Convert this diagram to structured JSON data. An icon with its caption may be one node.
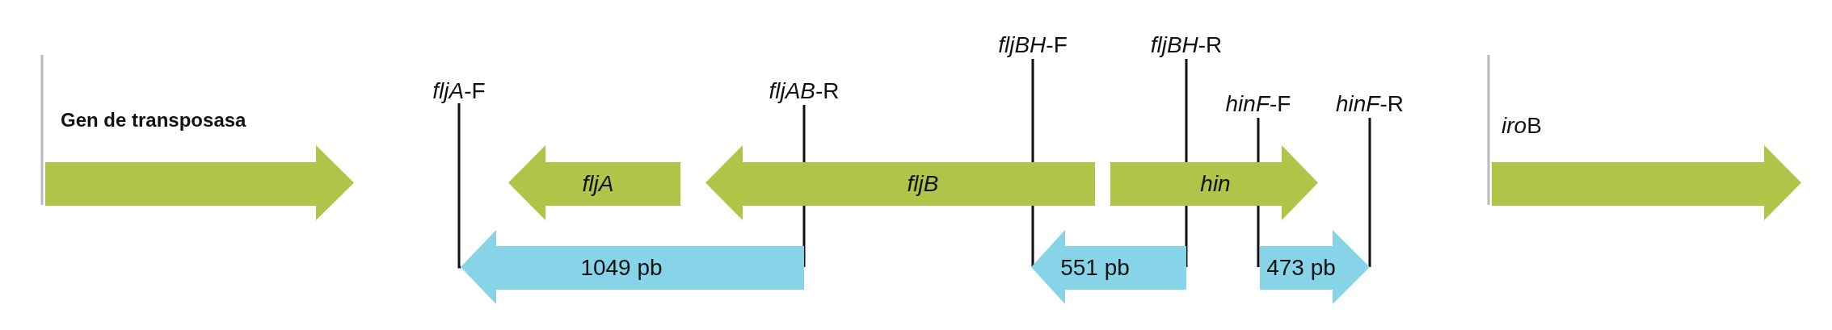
{
  "diagram": {
    "nodes": [
      {
        "text": [
          "Gen de transposasa"
        ]
      },
      {
        "text": [
          "fljA"
        ]
      },
      {
        "text": [
          "fljB"
        ]
      },
      {
        "text": [
          "hin"
        ]
      },
      {
        "text": [
          "iroB"
        ]
      },
      {
        "text": [
          "1049 pb"
        ]
      },
      {
        "text": [
          "551 pb"
        ],
        "beside": [
          "*fljBH*-F",
          "*fljBH*-R"
        ]
      },
      {
        "text": [
          "473 pb"
        ],
        "beside": [
          "*hinF*-F",
          "*hinF*-R"
        ]
      },
      {
        "text": [
          "*fljA*-F"
        ]
      }
    ],
    "edges": [
      {
        "from": 8,
        "to": 5,
        "arrow": "none"
      }
    ],
    "labels": [
      "*fljAB*-R"
    ]
  }
}
